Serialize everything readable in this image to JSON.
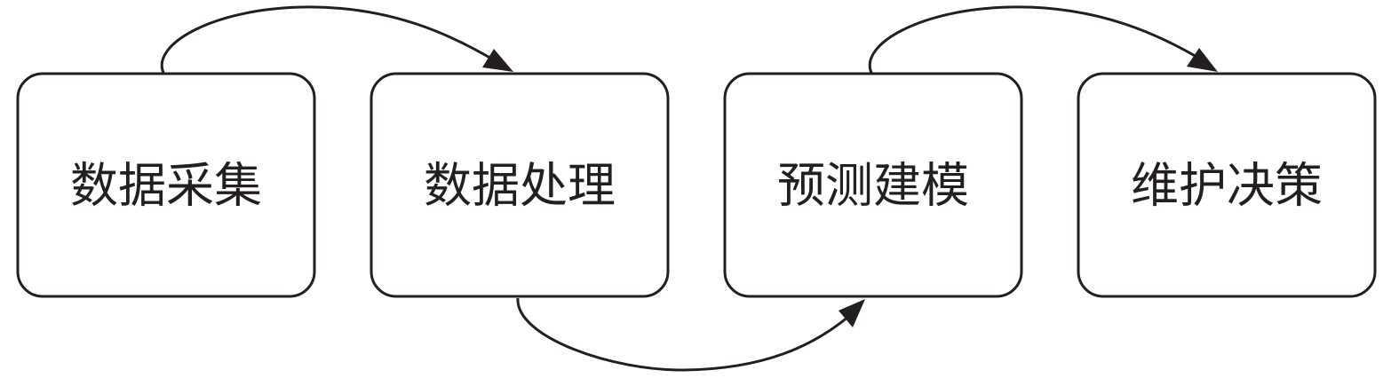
{
  "diagram": {
    "nodes": [
      {
        "id": "data-collection",
        "label": "数据采集"
      },
      {
        "id": "data-processing",
        "label": "数据处理"
      },
      {
        "id": "predictive-modeling",
        "label": "预测建模"
      },
      {
        "id": "maintenance-decision",
        "label": "维护决策"
      }
    ],
    "edges": [
      {
        "from": "data-collection",
        "to": "data-processing"
      },
      {
        "from": "data-processing",
        "to": "predictive-modeling"
      },
      {
        "from": "predictive-modeling",
        "to": "maintenance-decision"
      }
    ],
    "colors": {
      "stroke": "#231f20",
      "background": "#ffffff",
      "text": "#231f20"
    }
  }
}
